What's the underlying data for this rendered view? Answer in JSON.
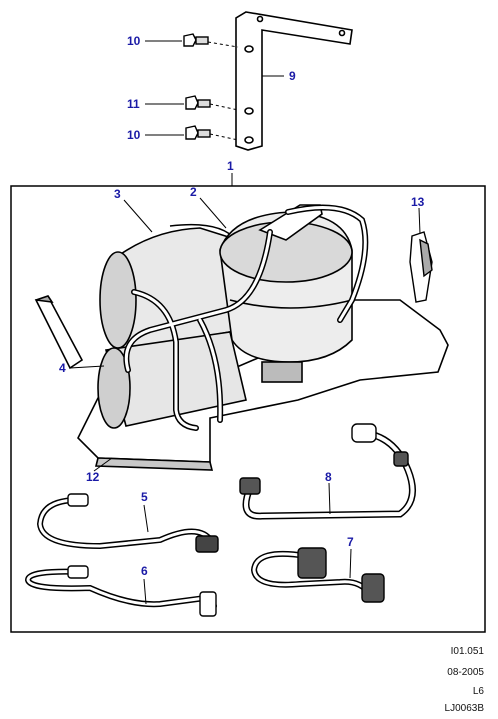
{
  "callouts": {
    "c1": "1",
    "c2": "2",
    "c3": "3",
    "c4": "4",
    "c5": "5",
    "c6": "6",
    "c7": "7",
    "c8": "8",
    "c9": "9",
    "c10a": "10",
    "c10b": "10",
    "c11": "11",
    "c12": "12",
    "c13": "13"
  },
  "footer": {
    "ref": "I01.051",
    "date": "08-2005",
    "engine": "L6",
    "code": "LJ0063B"
  },
  "colors": {
    "callout": "#1a1aa6",
    "linework": "#000000",
    "shade": "#9a9a9a"
  }
}
